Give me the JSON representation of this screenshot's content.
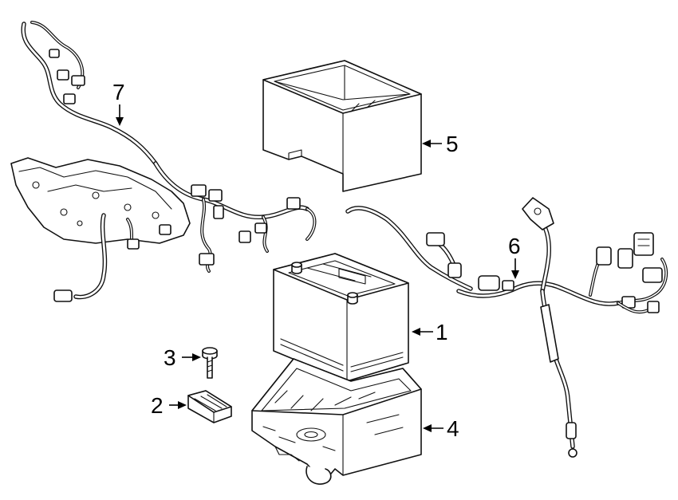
{
  "callouts": {
    "battery": "1",
    "battery_insulator": "2",
    "bolt": "3",
    "battery_tray": "4",
    "battery_cover": "5",
    "battery_cable": "6",
    "engine_wiring_harness": "7"
  }
}
